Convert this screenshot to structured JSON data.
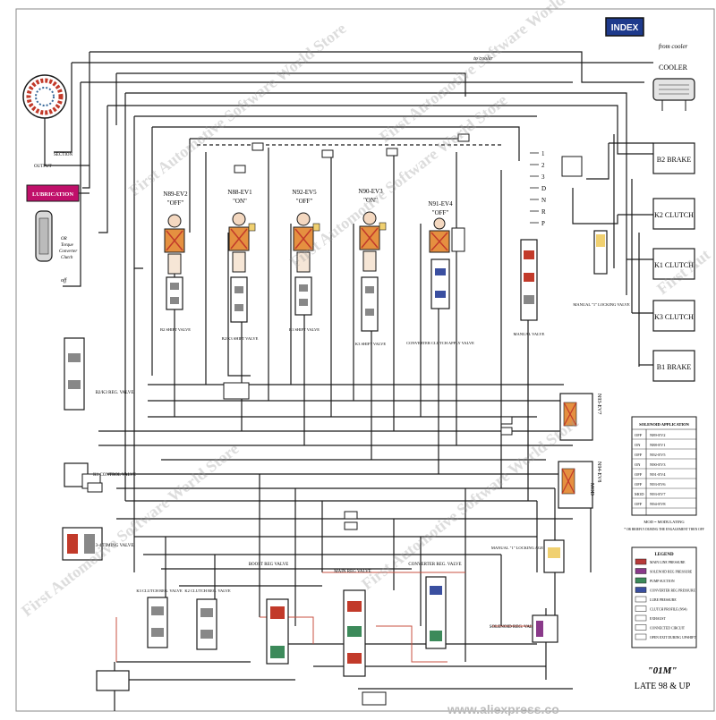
{
  "index_button": "INDEX",
  "from_cooler": "from cooler",
  "to_cooler": "to cooler",
  "cooler": "COOLER",
  "section": "SECTION",
  "output": "OUTPUT",
  "lubrication": "LUBRICATION",
  "torque_converter": {
    "l1": "OR",
    "l2": "Torque",
    "l3": "Converter",
    "l4": "Clutch",
    "l5": "off"
  },
  "clutches": [
    {
      "id": "b2",
      "label": "B2 BRAKE"
    },
    {
      "id": "k2",
      "label": "K2 CLUTCH"
    },
    {
      "id": "k1",
      "label": "K1 CLUTCH"
    },
    {
      "id": "k3",
      "label": "K3 CLUTCH"
    },
    {
      "id": "b1",
      "label": "B1 BRAKE"
    }
  ],
  "solenoids": [
    {
      "id": "n89",
      "name": "N89-EV2",
      "state": "\"OFF\"",
      "valve": "B2 SHIFT VALVE"
    },
    {
      "id": "n88",
      "name": "N88-EV1",
      "state": "\"ON\"",
      "valve": "B2/K3 SHIFT VALVE"
    },
    {
      "id": "n92",
      "name": "N92-EV5",
      "state": "\"OFF\"",
      "valve": "B1 SHIFT VALVE"
    },
    {
      "id": "n90",
      "name": "N90-EV3",
      "state": "\"ON\"",
      "valve": "K3 SHIFT VALVE"
    },
    {
      "id": "n91",
      "name": "N91-EV4",
      "state": "\"OFF\"",
      "valve": "CONVERTER CLUTCH APPLY VALVE"
    }
  ],
  "gear_positions": [
    "1",
    "2",
    "3",
    "D",
    "N",
    "R",
    "P"
  ],
  "manual_valve": "MANUAL VALVE",
  "manual_locking": "MANUAL \"1\" LOCKING VALVE",
  "manual_locking2": "MANUAL \"1\" LOCKING AGE",
  "b2_reg": "B2/K3 REG. VALVE",
  "k1_control": "K1 CONTROL VALVE",
  "timing": "3-4 TIMING VALVE",
  "k3_clutch_reg": "K3 CLUTCH REG. VALVE",
  "k2_clutch_reg": "K2 CLUTCH REG. VALVE",
  "boost": "BOOST REG VALVE",
  "main_reg": "MAIN REG VALVE",
  "converter_reg": "CONVERTER REG. VALVE",
  "solenoid_reg": "SOLENOID REG. VALVE",
  "n93_label": "N93-EV7",
  "n94_label": "N94-EV8",
  "mod": "MOD",
  "solenoid_app_title": "SOLENOID APPLICATION",
  "solenoid_app_rows": [
    {
      "s": "OFF",
      "n": "N89-EV2"
    },
    {
      "s": "ON",
      "n": "N88-EV1"
    },
    {
      "s": "OFF",
      "n": "N92-EV5"
    },
    {
      "s": "ON",
      "n": "N90-EV3"
    },
    {
      "s": "OFF",
      "n": "N91-EV4"
    },
    {
      "s": "OFF",
      "n": "N93-EV6"
    },
    {
      "s": "MOD",
      "n": "N93-EV7"
    },
    {
      "s": "OFF",
      "n": "N94-EV8"
    }
  ],
  "mod_note1": "MOD = MODULATING",
  "mod_note2": "* OR BRIEFLY DURING THE ENGAGEMENT THEN OFF",
  "legend_title": "LEGEND",
  "legend_rows": [
    {
      "color": "#b83a3a",
      "label": "MAIN LINE PRESSURE"
    },
    {
      "color": "#8a3a8a",
      "label": "SOLENOID REG PRESSURE"
    },
    {
      "color": "#3c8a5a",
      "label": "PUMP SUCTION"
    },
    {
      "color": "#3a4fa0",
      "label": "CONVERTER REG PRESSURE"
    },
    {
      "color": "#ffffff",
      "label": "LUBE PRESSURE"
    },
    {
      "color": "#ffffff",
      "label": "CLUTCH PROFILE (N94)"
    },
    {
      "color": "#ffffff",
      "label": "EXHAUST"
    },
    {
      "color": "#ffffff",
      "label": "CONNECTED CIRCUIT"
    },
    {
      "color": "#ffffff",
      "label": "OPEN EXIT DURING UPSHIFT"
    }
  ],
  "model": "\"01M\"",
  "late": "LATE 98 & UP",
  "watermarks": [
    "First Automotive Software World Store",
    "First Automotive Software World Store",
    "First Automotive Software World Store",
    "First Aut",
    "First Automotive Software World Store",
    "First Automotive Software World Store"
  ],
  "footer": "www.aliexpress.co",
  "colors": {
    "line": "#1a1a1a",
    "index_bg": "#1e3a8c",
    "lubrication_bg": "#c0106a",
    "solenoid_orange": "#e59040",
    "solenoid_red": "#c23a2a",
    "valve_yellow": "#f0d070",
    "valve_green": "#3c8a5a",
    "watermark": "#9a9a9a"
  }
}
